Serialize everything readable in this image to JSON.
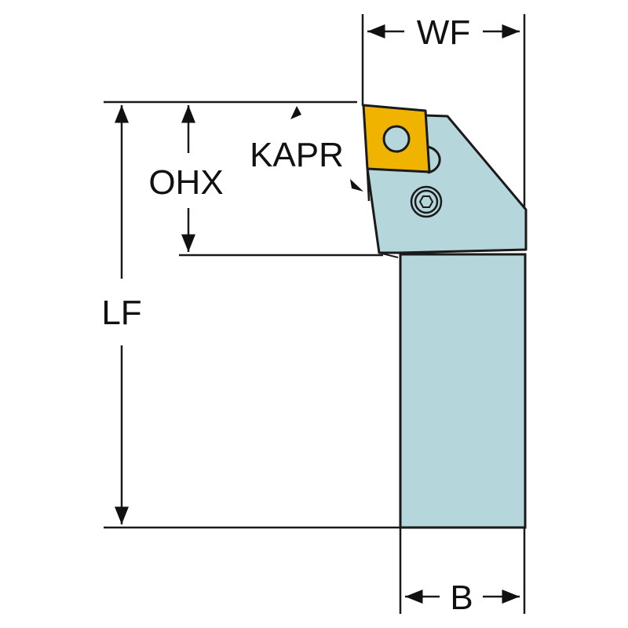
{
  "labels": {
    "wf": "WF",
    "kapr": "KAPR",
    "ohx": "OHX",
    "lf": "LF",
    "b": "B"
  },
  "colors": {
    "tool_body": "#b5d6da",
    "insert": "#f0b400",
    "outline": "#1a1a1a",
    "background": "#ffffff"
  }
}
